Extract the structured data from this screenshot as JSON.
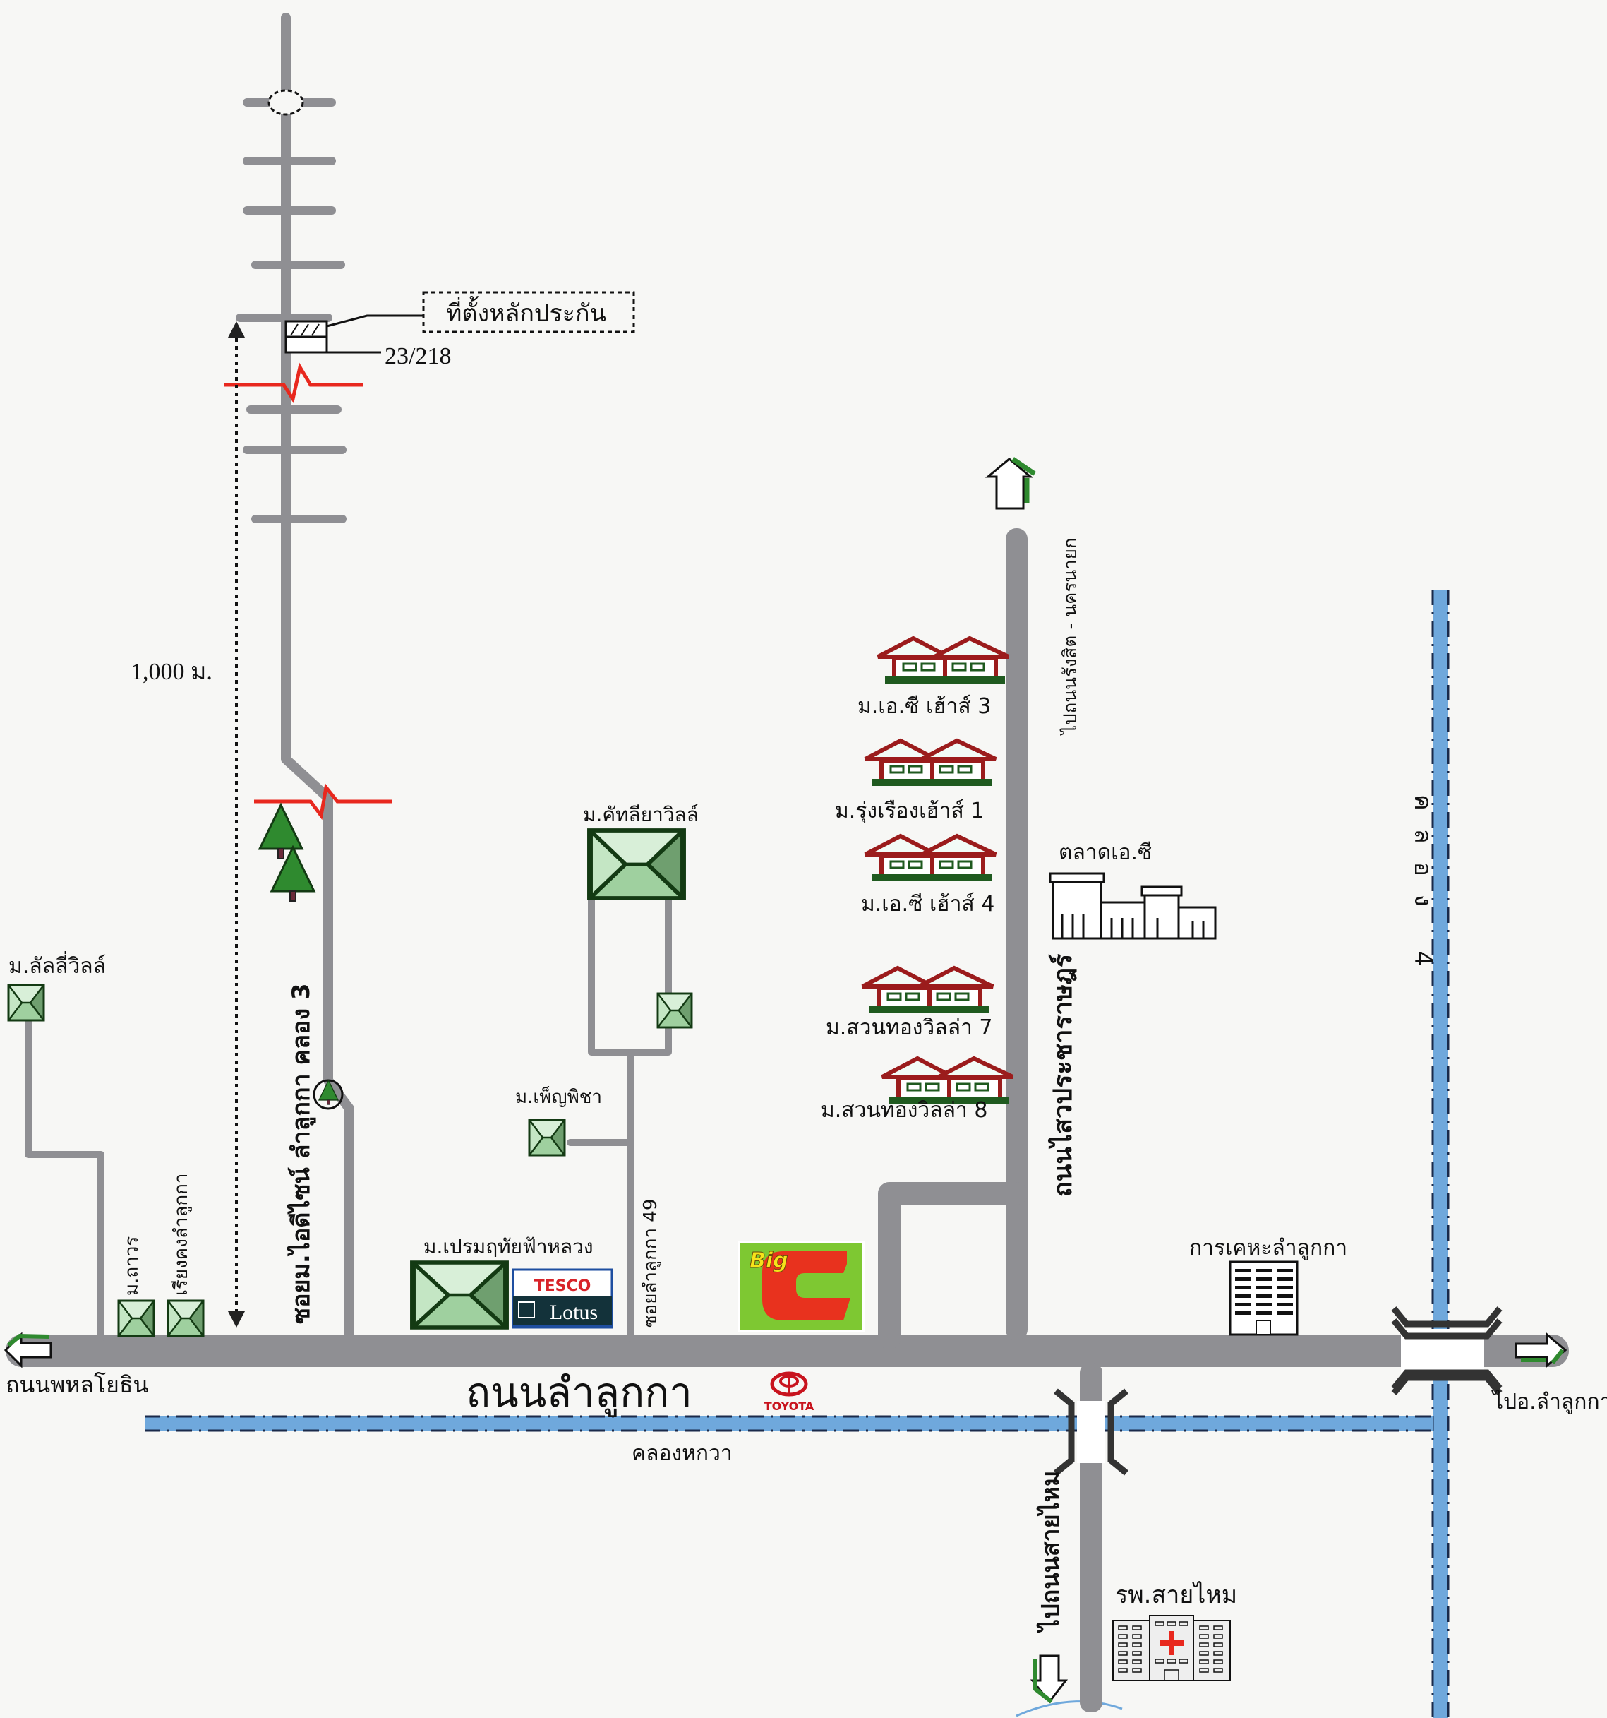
{
  "map": {
    "title": "แผนที่ตั้งหลักประกัน",
    "collateral": {
      "callout_label": "ที่ตั้งหลักประกัน",
      "house_number": "23/218"
    },
    "distance_label": "1,000 ม.",
    "roads": {
      "main": "ถนนลำลูกกา",
      "west_exit": "ถนนพหลโยธิน",
      "east_exit": "ไปอ.ลำลูกกา",
      "soi_id_design": "ซอยม.ไอดีไซน์ ลำลูกกา คลอง 3",
      "soi_49": "ซอยลำลูกกา 49",
      "saiwai": "ถนนไสวประชาราษฎร์",
      "saiwai_north": "ไปถนนรังสิต - นครนายก",
      "sai_mai": "ไปถนนสายไหม"
    },
    "canals": {
      "hok_wa": "คลองหกวา",
      "khlong_4": "คลอง 4"
    },
    "villages": {
      "lally": "ม.ลัลลี่วิลล์",
      "thaworn": "ม.ถาวร",
      "riang_khong": "เรียงคงลำลูกกา",
      "cattleya": "ม.คัทลียาวิลล์",
      "phenphicha": "ม.เพ็ญพิชา",
      "prem_ruethai": "ม.เปรมฤทัยฟ้าหลวง",
      "ac_house_3": "ม.เอ.ซี  เฮ้าส์ 3",
      "rungrueang_1": "ม.รุ่งเรืองเฮ้าส์ 1",
      "ac_house_4": "ม.เอ.ซี  เฮ้าส์ 4",
      "suanthong_7": "ม.สวนทองวิลล่า 7",
      "suanthong_8": "ม.สวนทองวิลล่า 8"
    },
    "landmarks": {
      "ac_market": "ตลาดเอ.ซี",
      "housing_authority": "การเคหะลำลูกกา",
      "hospital": "รพ.สายไหม",
      "tesco_top": "TESCO",
      "tesco_bottom": "Lotus",
      "bigc_top": "Big",
      "bigc_bottom": "C",
      "toyota": "TOYOTA"
    },
    "colors": {
      "road": "#8f8f93",
      "canal": "#6fa8dc",
      "break_mark": "#e8281e",
      "house_roof": "#9b1c1c",
      "grass": "#1f5a1f",
      "village_green": "#7fbf7f",
      "bigc_green": "#7ec832",
      "bigc_red": "#e8321e",
      "toyota_red": "#c8141e",
      "tesco_blue": "#1e4ea0"
    }
  }
}
